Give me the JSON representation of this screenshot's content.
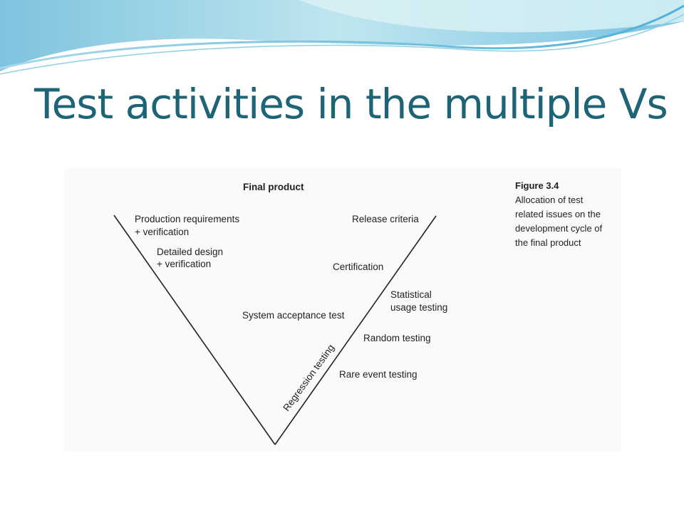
{
  "slide": {
    "title": "Test activities in the multiple Vs"
  },
  "figure": {
    "number": "Figure 3.4",
    "caption_lines": [
      "Allocation of test",
      "related issues on the",
      "development cycle of",
      "the final product"
    ]
  },
  "diagram": {
    "top_label": "Final product",
    "left_labels": [
      [
        "Production requirements",
        "+ verification"
      ],
      [
        "Detailed design",
        "+ verification"
      ]
    ],
    "center_label": "System acceptance test",
    "right_labels": {
      "release": "Release criteria",
      "certification": "Certification",
      "statistical": [
        "Statistical",
        "usage testing"
      ],
      "random": "Random testing",
      "rare": "Rare event testing"
    },
    "diagonal_label": "Regression testing"
  },
  "colors": {
    "title": "#1d6477",
    "line": "#222222"
  }
}
